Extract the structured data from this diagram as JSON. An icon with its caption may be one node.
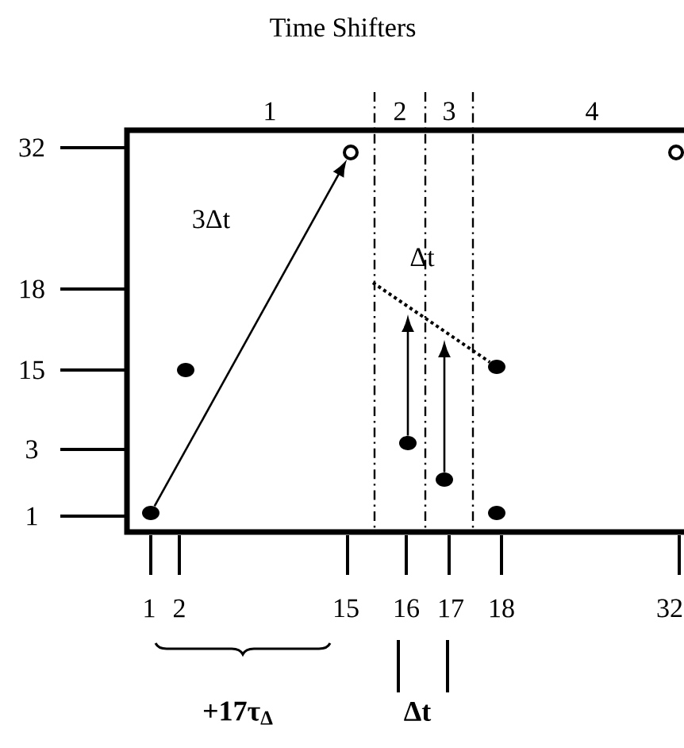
{
  "diagram": {
    "title": "Time Shifters",
    "nodes": [
      {
        "text": [],
        "shape": "circle"
      },
      {
        "text": [],
        "shape": "circle"
      },
      {
        "text": [],
        "shape": "circle"
      },
      {
        "text": [],
        "shape": "circle"
      },
      {
        "text": [],
        "shape": "circle"
      },
      {
        "text": [],
        "shape": "circle"
      },
      {
        "text": [],
        "shape": "circle"
      },
      {
        "text": [],
        "shape": "circle"
      }
    ],
    "edges": [
      {
        "from": 6,
        "to": 0,
        "arrow": "to"
      },
      {
        "from": 4,
        "to": null,
        "arrow": "to"
      },
      {
        "from": 5,
        "to": null,
        "arrow": "to"
      },
      {
        "from": null,
        "to": 2,
        "arrow": "none",
        "style": "dashed"
      }
    ],
    "labels": [
      "1",
      "2",
      "3",
      "4",
      "32",
      "3Δt",
      "18",
      "Δt",
      "15",
      "3",
      "1",
      "1",
      "2",
      "15",
      "16",
      "17",
      "18",
      "32",
      "+17τ$_{Δ}$",
      "Δt"
    ]
  }
}
